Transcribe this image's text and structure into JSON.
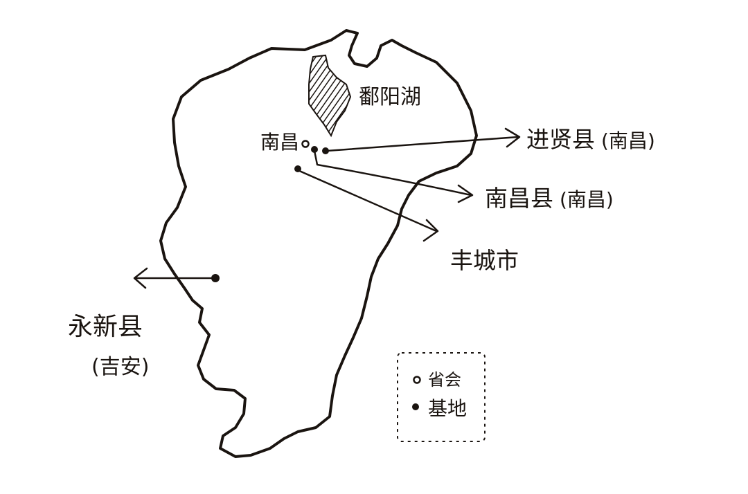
{
  "map": {
    "lake_label": "鄱阳湖",
    "capital_label": "南昌",
    "bases": [
      {
        "name": "进贤县",
        "note": "(南昌)"
      },
      {
        "name": "南昌县",
        "note": "(南昌)"
      },
      {
        "name": "丰城市",
        "note": ""
      },
      {
        "name": "永新县",
        "note": "(吉安)"
      }
    ],
    "legend": {
      "capital_label": "省会",
      "base_label": "基地"
    }
  },
  "colors": {
    "ink": "#1a1410",
    "paper": "#ffffff"
  }
}
